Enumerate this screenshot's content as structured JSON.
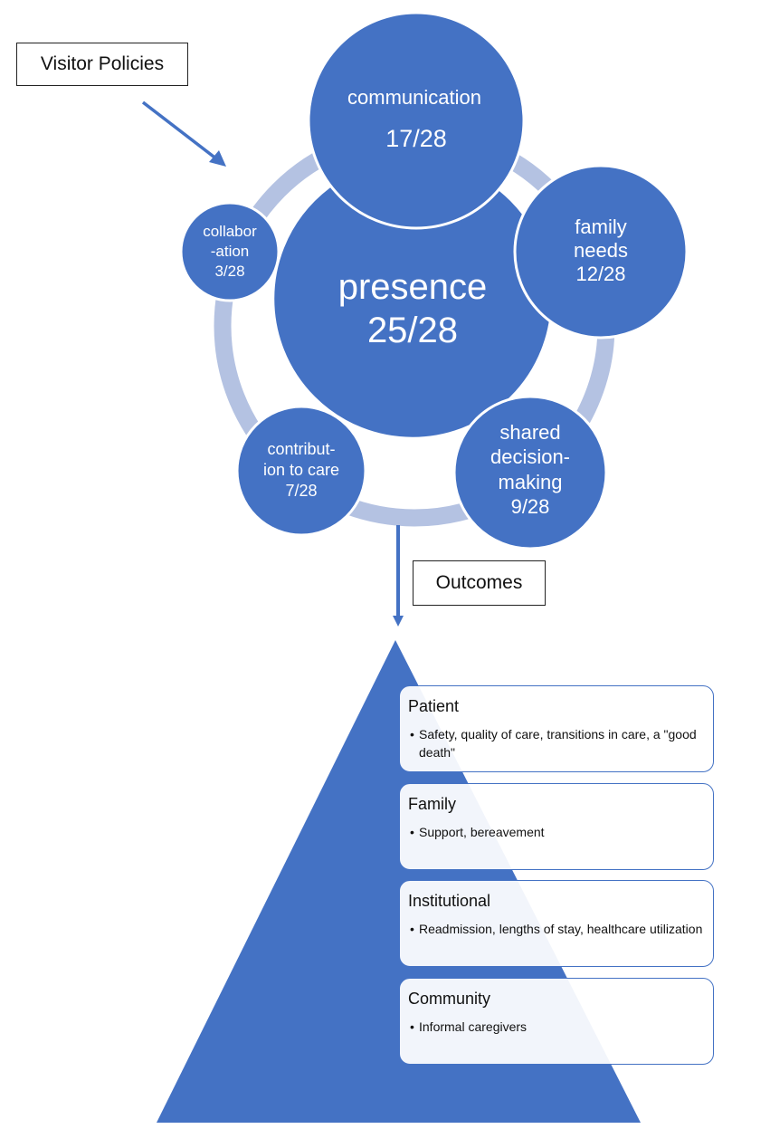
{
  "visitor_policies_label": "Visitor Policies",
  "outcomes_label": "Outcomes",
  "colors": {
    "circle_fill": "#4472c4",
    "ring": "#b4c2e2",
    "circle_stroke": "#ffffff",
    "arrow": "#4472c4"
  },
  "themes": {
    "communication": {
      "label": "communication",
      "count": "17/28"
    },
    "presence": {
      "label": "presence",
      "count": "25/28"
    },
    "family_needs": {
      "label_line1": "family",
      "label_line2": "needs",
      "count": "12/28"
    },
    "shared_decision": {
      "label_line1": "shared",
      "label_line2": "decision-",
      "label_line3": "making",
      "count": "9/28"
    },
    "contribution": {
      "label_line1": "contribut-",
      "label_line2": "ion to care",
      "count": "7/28"
    },
    "collaboration": {
      "label_line1": "collabor",
      "label_line2": "-ation",
      "count": "3/28"
    }
  },
  "outcome_levels": [
    {
      "title": "Patient",
      "bullet": "Safety, quality of care, transitions in care, a \"good death\""
    },
    {
      "title": "Family",
      "bullet": "Support, bereavement"
    },
    {
      "title": "Institutional",
      "bullet": "Readmission, lengths of stay, healthcare utilization"
    },
    {
      "title": "Community",
      "bullet": "Informal caregivers"
    }
  ]
}
